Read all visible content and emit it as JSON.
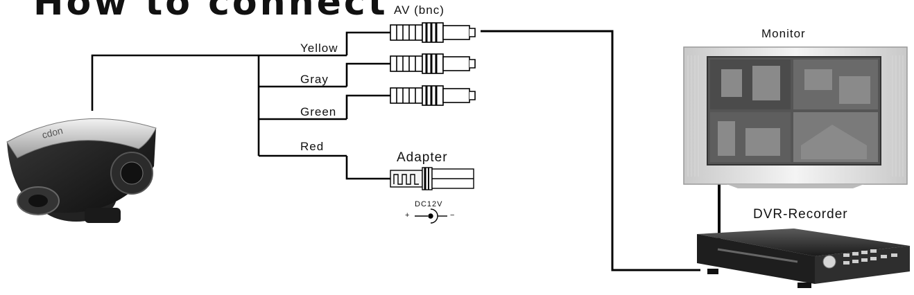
{
  "title": "How to connect",
  "connectors": {
    "av_label": "AV (bnc)",
    "adapter_label": "Adapter",
    "power_label": "DC12V",
    "plus_sign": "+",
    "minus_sign": "−"
  },
  "wires": [
    {
      "label": "Yellow"
    },
    {
      "label": "Gray"
    },
    {
      "label": "Green"
    },
    {
      "label": "Red"
    }
  ],
  "devices": {
    "monitor_label": "Monitor",
    "dvr_label": "DVR-Recorder"
  }
}
